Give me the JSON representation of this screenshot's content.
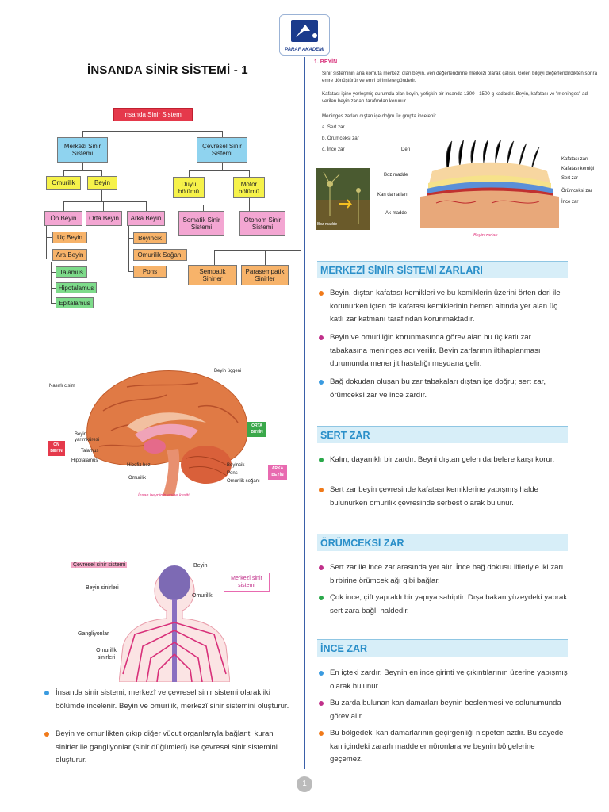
{
  "logo": {
    "text": "PARAF AKADEMİ"
  },
  "page_title": "İNSANDA SİNİR SİSTEMİ - 1",
  "tree": {
    "root": "İnsanda Sinir Sistemi",
    "merkezi": "Merkezi Sinir Sistemi",
    "cevresel": "Çevresel Sinir Sistemi",
    "omurilik": "Omurilik",
    "beyin": "Beyin",
    "duyu": "Duyu bölümü",
    "motor": "Motor bölümü",
    "on_beyin": "Ön Beyin",
    "orta_beyin": "Orta Beyin",
    "arka_beyin": "Arka Beyin",
    "somatik": "Somatik Sinir Sistemi",
    "otonom": "Otonom Sinir Sistemi",
    "uc_beyin": "Uç Beyin",
    "ara_beyin": "Ara Beyin",
    "talamus": "Talamus",
    "hipotalamus": "Hipotalamus",
    "epitalamus": "Epitalamus",
    "beyincik": "Beyincik",
    "omurilik_sogani": "Omurilik Soğanı",
    "pons": "Pons",
    "sempatik": "Sempatik Sinirler",
    "parasempatik": "Parasempatik Sinirler"
  },
  "brain_fig": {
    "labels": {
      "beyin_ucgeni": "Beyin üçgeni",
      "nasirli_cisim": "Nasırlı cisim",
      "orta_beyin": "ORTA BEYİN",
      "on_beyin": "ÖN BEYİN",
      "beyin_yarimkuresi": "Beyin yarımküresi",
      "talamus": "Talamus",
      "hipotalamus": "Hipotalamus",
      "hipofiz_bezi": "Hipofiz bezi",
      "omurilik": "Omurilik",
      "beyincik": "Beyincik",
      "pons": "Pons",
      "omurilik_sogani": "Omurilik soğanı",
      "arka_beyin": "ARKA BEYİN"
    },
    "caption": "İnsan beyninin enine kesiti"
  },
  "nervous_fig": {
    "labels": {
      "cevresel": "Çevresel sinir sistemi",
      "beyin": "Beyin",
      "merkezi": "Merkezî sinir sistemi",
      "beyin_sinirleri": "Beyin sinirleri",
      "omurilik": "Omurilik",
      "gangliyonlar": "Gangliyonlar",
      "omurilik_sinirleri": "Omurilik sinirleri"
    }
  },
  "left_bullets": [
    {
      "color": "#3a9be0",
      "text": "İnsanda sinir sistemi, merkezî ve çevresel sinir sistemi olarak iki bölümde incelenir. Beyin ve omurilik, merkezî sinir sistemini oluşturur."
    },
    {
      "color": "#f07a1a",
      "text": "Beyin ve omurilikten çıkıp diğer vücut organlarıyla bağlantı kuran sinirler ile gangliyonlar (sinir düğümleri) ise çevresel sinir sistemini oluşturur."
    }
  ],
  "beyin_section": {
    "heading": "1. BEYİN",
    "items": [
      "Sinir sisteminin ana komuta merkezi olan beyin, veri değerlendirme merkezi olarak çalışır. Gelen bilgiyi değerlendirdikten sonra emre dönüştürür ve emri birimlere gönderir.",
      "Kafatası içine yerleşmiş durumda olan beyin, yetişkin bir insanda 1300 - 1500 g kadardır. Beyin, kafatası ve \"meninges\" adı verilen beyin zarları tarafından korunur.",
      "Meninges zarları dıştan içe doğru üç grupta incelenir."
    ],
    "sub": [
      "a. Sert zar",
      "b. Örümceksi zar",
      "c. İnce zar"
    ]
  },
  "meninges_fig": {
    "labels": {
      "deri": "Deri",
      "boz_madde": "Boz madde",
      "kan_damarlari": "Kan damarları",
      "ak_madde": "Ak madde",
      "kafatasi_zari": "Kafatası zarı",
      "kafatasi_kemigi": "Kafatası kemiği",
      "sert_zar": "Sert zar",
      "orumceksi_zar": "Örümceksi zar",
      "ince_zar": "İnce zar",
      "inset_boz": "Boz madde"
    },
    "caption": "Beyin zarları"
  },
  "sections": [
    {
      "title": "MERKEZİ SİNİR SİSTEMİ ZARLARI",
      "bullets": [
        {
          "color": "#f07a1a",
          "text": "Beyin, dıştan kafatası kemikleri ve bu kemiklerin üzerini örten deri ile korunurken içten de kafatası kemiklerinin hemen altında yer alan üç katlı zar katmanı tarafından korunmaktadır."
        },
        {
          "color": "#c0308a",
          "text": "Beyin ve omuriliğin korunmasında görev alan bu üç katlı zar tabakasına meninges adı verilir. Beyin zarlarının iltihaplanması durumunda menenjit hastalığı meydana gelir."
        },
        {
          "color": "#3a9be0",
          "text": "Bağ dokudan oluşan bu zar tabakaları dıştan içe doğru; sert zar, örümceksi zar ve ince zardır."
        }
      ]
    },
    {
      "title": "SERT ZAR",
      "bullets": [
        {
          "color": "#2aa84a",
          "text": "Kalın, dayanıklı bir zardır. Beyni dıştan gelen darbelere karşı korur."
        },
        {
          "color": "#f07a1a",
          "text": "Sert zar beyin çevresinde kafatası kemiklerine yapışmış halde bulunurken omurilik çevresinde serbest olarak bulunur."
        }
      ]
    },
    {
      "title": "ÖRÜMCEKSİ ZAR",
      "bullets": [
        {
          "color": "#c0308a",
          "text": "Sert zar ile ince zar arasında yer alır. İnce bağ dokusu lifleriyle iki zarı birbirine örümcek ağı gibi bağlar."
        },
        {
          "color": "#2aa84a",
          "text": "Çok ince, çift yapraklı bir yapıya sahiptir. Dışa bakan yüzeydeki yaprak sert zara bağlı haldedir."
        }
      ]
    },
    {
      "title": "İNCE ZAR",
      "bullets": [
        {
          "color": "#3a9be0",
          "text": "En içteki zardır. Beynin en ince girinti ve çıkıntılarının üzerine yapışmış olarak bulunur."
        },
        {
          "color": "#c0308a",
          "text": "Bu zarda bulunan kan damarları beynin beslenmesi ve solunumunda görev alır."
        },
        {
          "color": "#f07a1a",
          "text": "Bu bölgedeki kan damarlarının geçirgenliği nispeten azdır. Bu sayede kan içindeki zararlı maddeler nöronlara ve beynin bölgelerine geçemez."
        }
      ]
    }
  ],
  "page_number": "1"
}
